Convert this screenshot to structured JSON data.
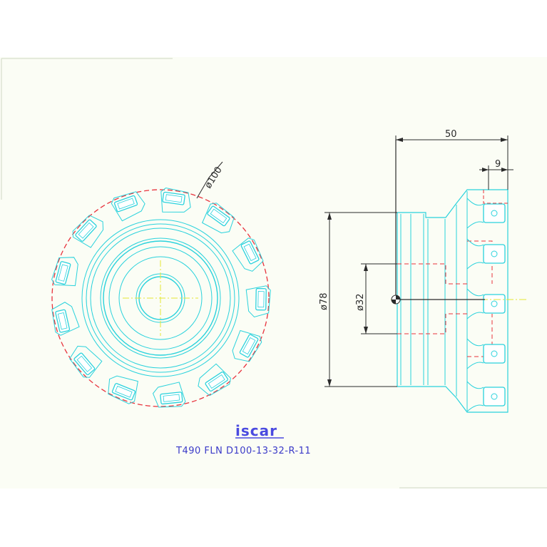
{
  "colors": {
    "background": "#ffffff",
    "sheet": "#fbfdf5",
    "geometry": "#2ad2dc",
    "hidden_lines": "#e8323c",
    "center_lines": "#e6e632",
    "dimensions": "#2a2a2a",
    "logo": "#4a4ae0",
    "caption": "#3a3ac8"
  },
  "front_view": {
    "diameter_label": "ø100",
    "insert_count": 13
  },
  "side_view": {
    "length_label": "50",
    "insert_width_label": "9",
    "body_diameter_label": "ø78",
    "bore_diameter_label": "ø32"
  },
  "logo": {
    "text": "iscar"
  },
  "caption": {
    "text": "T490 FLN D100-13-32-R-11"
  }
}
